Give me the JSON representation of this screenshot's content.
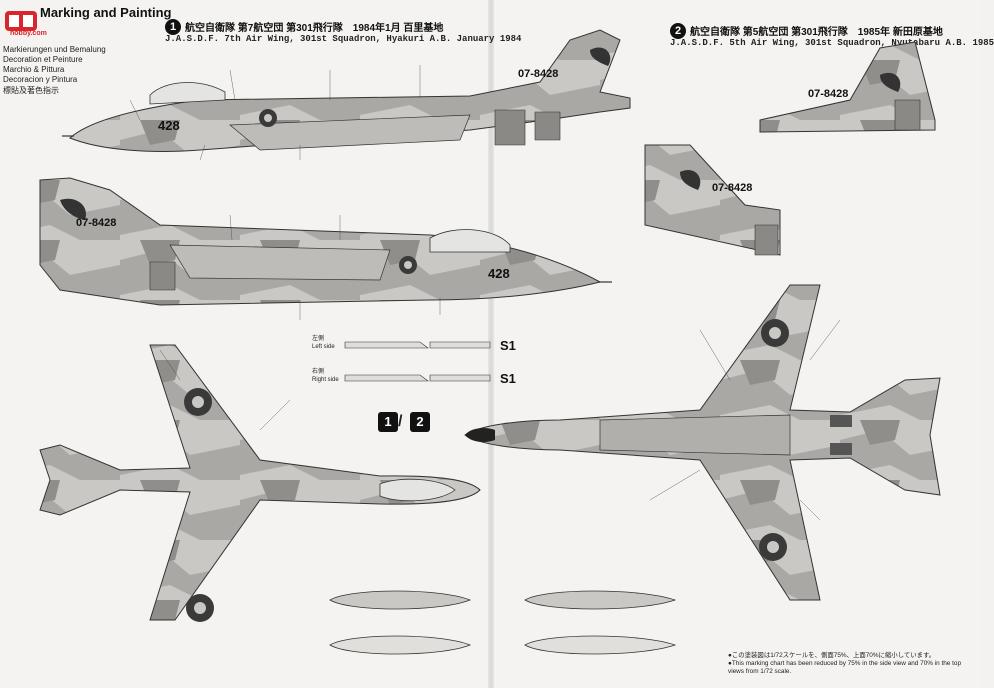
{
  "header": {
    "title_en": "Marking and Painting",
    "title_de": "Markierungen und Bemalung",
    "title_fr": "Decoration et Peinture",
    "title_it": "Marchio & Pittura",
    "title_es": "Decoracion y Pintura",
    "title_cn": "標貼及著色指示",
    "watermark": "hobby.com"
  },
  "scheme1": {
    "number": "1",
    "jp": "航空自衛隊 第7航空団 第301飛行隊　1984年1月 百里基地",
    "en": "J.A.S.D.F. 7th Air Wing, 301st Squadron, Hyakuri A.B. January 1984"
  },
  "scheme2": {
    "number": "2",
    "jp": "航空自衛隊 第5航空団 第301飛行隊　1985年 新田原基地",
    "en": "J.A.S.D.F. 5th Air Wing, 301st Squadron, Nyutabaru A.B. 1985"
  },
  "markings": {
    "nose_number": "428",
    "tail_number": "07-8428"
  },
  "stencils": {
    "left_jp": "左側",
    "left_en": "Left side",
    "right_jp": "右側",
    "right_en": "Right side",
    "code": "S1",
    "combined_1": "1",
    "combined_2": "2"
  },
  "footnote": {
    "jp": "●この塗装図は1/72スケールを、側面75%、上面70%に縮小しています。",
    "en": "●This marking chart has been reduced by 75% in the side view and 70% in the top views from 1/72 scale."
  },
  "colors": {
    "camo_light": "#c9c8c5",
    "camo_mid": "#a9a8a5",
    "camo_dark": "#8f8e8b",
    "roundel": "#3a3a3a",
    "line": "#333333"
  }
}
